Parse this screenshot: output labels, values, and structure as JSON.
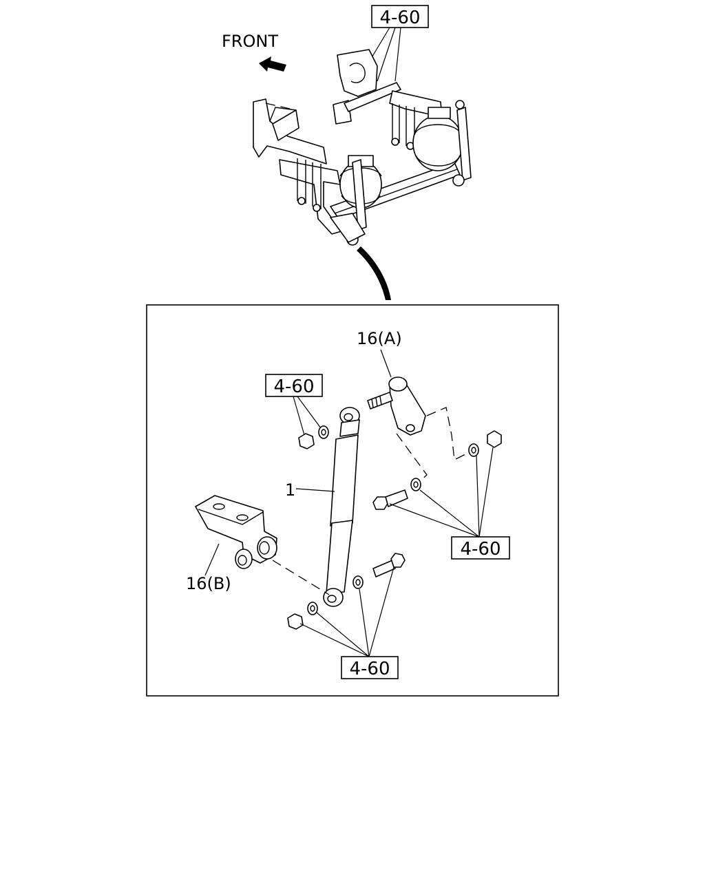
{
  "overview": {
    "front_label": "FRONT",
    "ref_top": "4-60",
    "icons": [
      "front-arrow-icon"
    ]
  },
  "detail": {
    "labels": {
      "shock_absorber": "1",
      "upper_bracket": "16(A)",
      "lower_bracket": "16(B)"
    },
    "refs": {
      "upper_left": "4-60",
      "right": "4-60",
      "bottom": "4-60"
    }
  }
}
